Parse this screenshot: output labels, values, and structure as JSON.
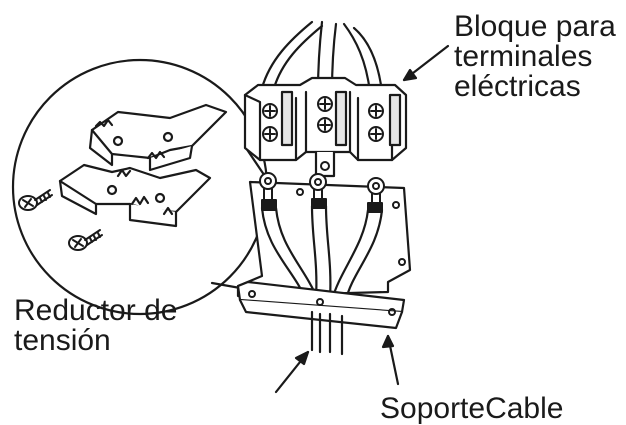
{
  "labels": {
    "terminal_block": [
      "Bloque para",
      "terminales",
      "eléctricas"
    ],
    "strain_relief": [
      "Reductor de",
      "tensión"
    ],
    "cable_bracket": "SoporteCable"
  },
  "colors": {
    "ink": "#1a1a1a",
    "background": "#ffffff",
    "shade": "#e6e6e6"
  }
}
